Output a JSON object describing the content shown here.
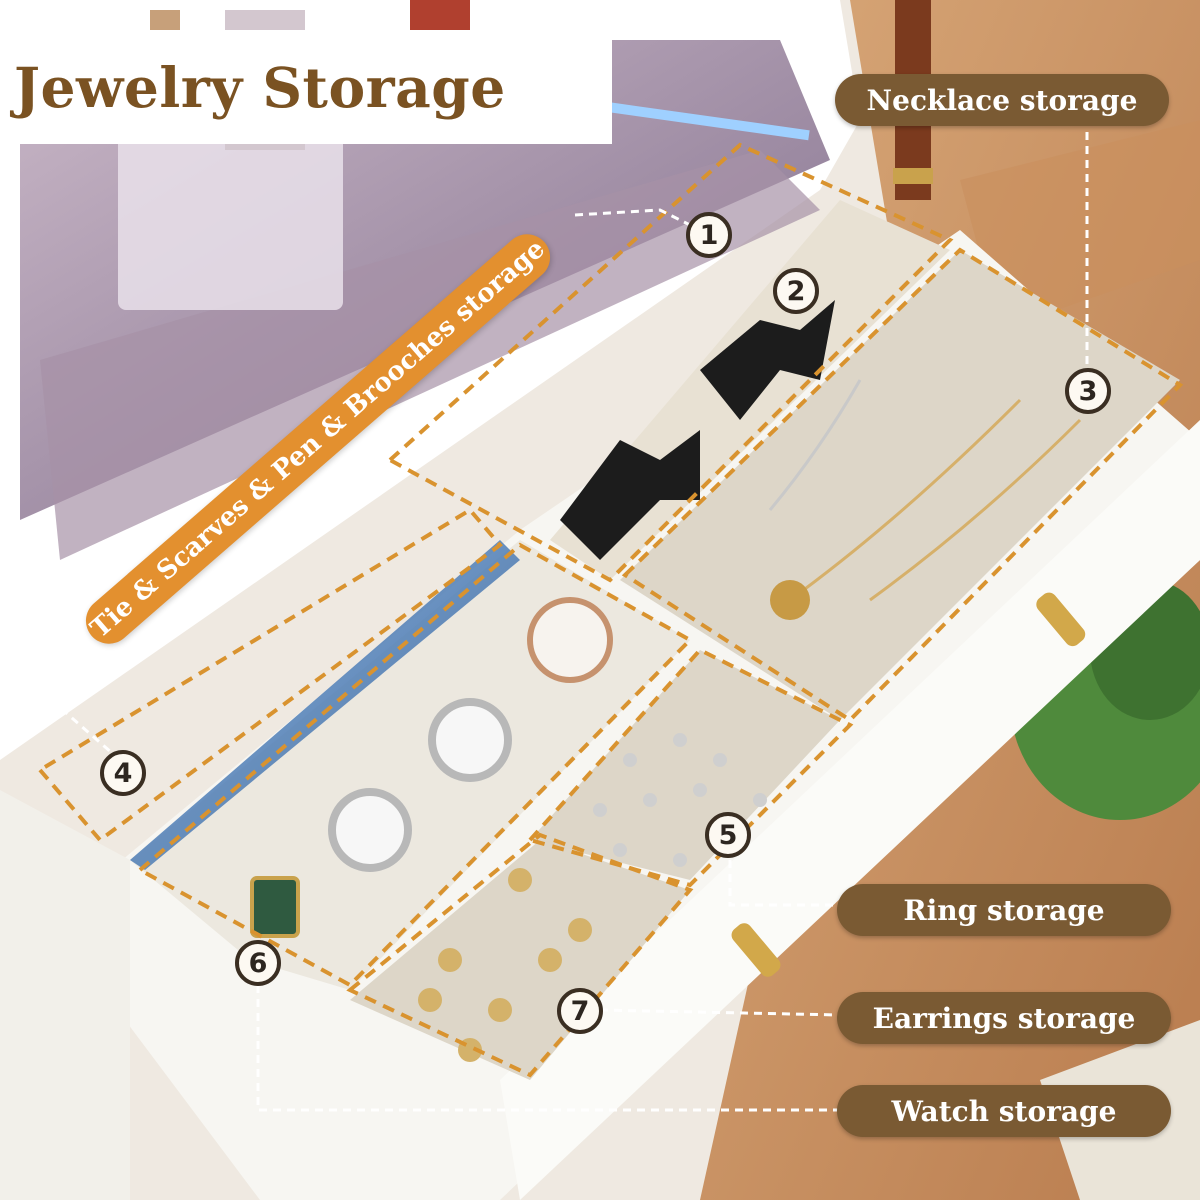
{
  "title": "Jewelry Storage",
  "tie_label": "Tie & Scarves & Pen & Brooches storage",
  "labels": {
    "necklace": "Necklace storage",
    "ring": "Ring storage",
    "earrings": "Earrings storage",
    "watch": "Watch storage"
  },
  "numbers": {
    "n1": "1",
    "n2": "2",
    "n3": "3",
    "n4": "4",
    "n5": "5",
    "n6": "6",
    "n7": "7"
  },
  "colors": {
    "label_bg": "#7a5a33",
    "title_text": "#7a5222",
    "tie_band": "#e3902f",
    "dash_orange": "#d9932f",
    "velvet": "#ddd6c8",
    "drawer_white": "#f7f6f2"
  }
}
